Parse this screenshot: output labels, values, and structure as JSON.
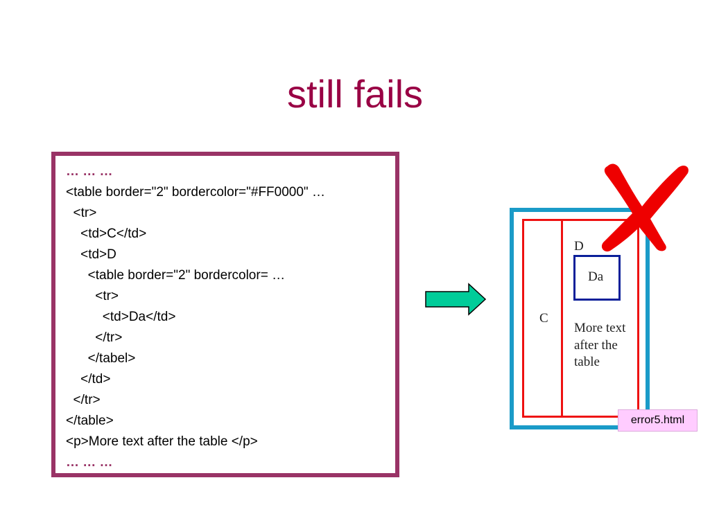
{
  "slide": {
    "title": "still fails"
  },
  "code": {
    "lines": [
      {
        "text": "… … …",
        "style": "ellipsis"
      },
      {
        "text": "<table border=\"2\" bordercolor=\"#FF0000\" …",
        "style": "code"
      },
      {
        "text": "  <tr>",
        "style": "code"
      },
      {
        "text": "    <td>C</td>",
        "style": "code"
      },
      {
        "text": "    <td>D",
        "style": "code"
      },
      {
        "text": "      <table border=\"2\" bordercolor= …",
        "style": "code"
      },
      {
        "text": "        <tr>",
        "style": "code"
      },
      {
        "text": "          <td>Da</td>",
        "style": "code"
      },
      {
        "text": "        </tr>",
        "style": "code"
      },
      {
        "text": "      </tabel>",
        "style": "code"
      },
      {
        "text": "    </td>",
        "style": "code"
      },
      {
        "text": "  </tr>",
        "style": "code"
      },
      {
        "text": "</table>",
        "style": "code"
      },
      {
        "text": "<p>More text after the table </p>",
        "style": "code"
      },
      {
        "text": "… … …",
        "style": "ellipsis"
      }
    ]
  },
  "preview": {
    "cell_c": "C",
    "cell_d": "D",
    "inner_cell": "Da",
    "more_text": "More text after the table",
    "file_name": "error5.html"
  },
  "icons": {
    "arrow": "right-arrow-icon",
    "error_mark": "cross-mark-icon"
  },
  "colors": {
    "title": "#990044",
    "code_box_border": "#993366",
    "arrow_fill": "#00cc99",
    "preview_border": "#1a9bc8",
    "outer_table_border": "#ee1111",
    "inner_table_border": "#0a1f99",
    "cross_mark": "#ee0000",
    "file_label_bg": "#ffccff"
  }
}
